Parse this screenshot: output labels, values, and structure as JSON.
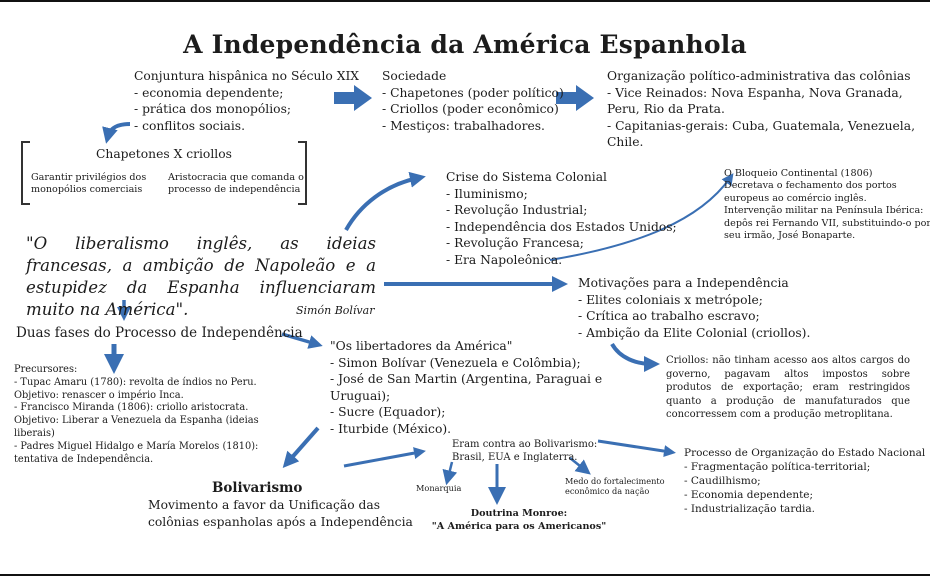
{
  "title": "A Independência da América Espanhola",
  "conjuntura": {
    "heading": "Conjuntura hispânica no Século XIX",
    "items": [
      "- economia dependente;",
      "- prática dos monopólios;",
      "- conflitos sociais."
    ]
  },
  "sociedade": {
    "heading": "Sociedade",
    "items": [
      "- Chapetones (poder político)",
      "- Criollos (poder econômico)",
      "- Mestiços: trabalhadores."
    ]
  },
  "organizacao": {
    "heading": "Organização político-administrativa das colônias",
    "lines": [
      "- Vice Reinados: Nova Espanha, Nova Granada,",
      "Peru, Rio da Prata.",
      "- Capitanias-gerais: Cuba, Guatemala, Venezuela,",
      "Chile."
    ]
  },
  "chapetones": {
    "heading": "Chapetones X criollos",
    "left": [
      "Garantir privilégios dos",
      "monopólios comerciais"
    ],
    "right": [
      "Aristocracia que comanda o",
      "processo de independência"
    ]
  },
  "crise": {
    "heading": "Crise do Sistema Colonial",
    "items": [
      "- Iluminismo;",
      "- Revolução Industrial;",
      "- Independência dos Estados Unidos;",
      "- Revolução Francesa;",
      "- Era Napoleônica."
    ]
  },
  "bloqueio": {
    "lines": [
      "O Bloqueio Continental (1806)",
      "Decretava o fechamento dos portos",
      "europeus ao comércio inglês.",
      "Intervenção militar na Península Ibérica:",
      "depôs rei Fernando VII, substituindo-o por",
      "seu irmão, José Bonaparte."
    ]
  },
  "quote": {
    "text": "\"O liberalismo inglês, as ideias francesas, a ambição de Napoleão e a estupidez da Espanha influenciaram muito na América\".",
    "author": "Simón Bolívar"
  },
  "motivacoes": {
    "heading": "Motivações para a Independência",
    "items": [
      "- Elites coloniais x metrópole;",
      "- Crítica ao trabalho escravo;",
      "- Ambição da Elite Colonial (criollos)."
    ]
  },
  "criollos_note": {
    "text": "Criollos: não tinham acesso aos altos cargos do governo, pagavam altos impostos sobre produtos de exportação; eram restringidos quanto a produção de manufaturados que concorressem com a produção metroplitana."
  },
  "duas_fases": {
    "heading": "Duas fases do Processo de Independência"
  },
  "precursores": {
    "lines": [
      "Precursores:",
      "- Tupac Amaru (1780): revolta de índios no Peru.",
      "Objetivo: renascer o império Inca.",
      "- Francisco Miranda (1806): criollo aristocrata.",
      "Objetivo: Liberar a Venezuela da Espanha (ideias",
      "liberais)",
      "- Padres Miguel Hidalgo e María Morelos (1810):",
      "tentativa de Independência."
    ]
  },
  "libertadores": {
    "lines": [
      "\"Os libertadores da América\"",
      "- Simon Bolívar (Venezuela e Colômbia);",
      "- José de San Martin (Argentina, Paraguai e",
      "Uruguai);",
      "- Sucre (Equador);",
      "- Iturbide (México)."
    ]
  },
  "bolivarismo": {
    "title": "Bolivarismo",
    "lines": [
      "Movimento a favor da Unificação das",
      "colônias espanholas após a Independência"
    ]
  },
  "contra": {
    "lines": [
      "Eram contra ao Bolivarismo:",
      "Brasil, EUA e Inglaterra."
    ],
    "monarquia": "Monarquia",
    "medo": [
      "Medo do fortalecimento",
      "econômico da nação"
    ]
  },
  "monroe": {
    "title": "Doutrina Monroe:",
    "subtitle": "\"A América para os Americanos\""
  },
  "processo": {
    "heading": "Processo de Organização do Estado Nacional",
    "items": [
      "- Fragmentação política-territorial;",
      "- Caudilhismo;",
      "- Economia dependente;",
      "- Industrialização tardia."
    ]
  },
  "colors": {
    "arrow": "#3a6fb3",
    "text": "#1c1c1c",
    "bracket": "#333333"
  }
}
